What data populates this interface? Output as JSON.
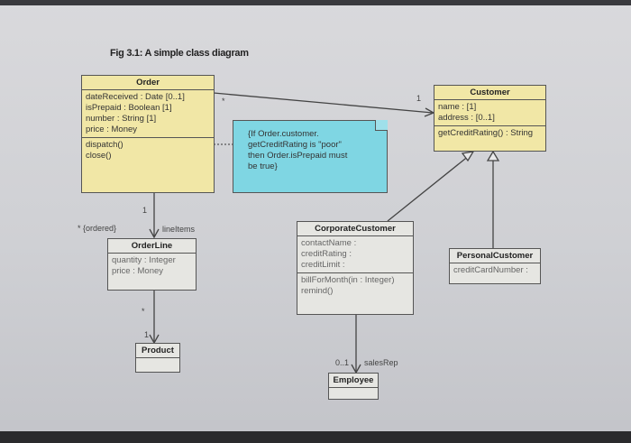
{
  "figure": {
    "title": "Fig 3.1: A simple class diagram"
  },
  "classes": {
    "order": {
      "name": "Order",
      "attributes": [
        "dateReceived : Date [0..1]",
        "isPrepaid : Boolean [1]",
        "number : String [1]",
        "price : Money"
      ],
      "operations": [
        "dispatch()",
        "close()"
      ]
    },
    "customer": {
      "name": "Customer",
      "attributes": [
        "name : [1]",
        "address : [0..1]"
      ],
      "operations": [
        "getCreditRating() : String"
      ]
    },
    "order_line": {
      "name": "OrderLine",
      "attributes": [
        "quantity : Integer",
        "price : Money"
      ]
    },
    "corporate_customer": {
      "name": "CorporateCustomer",
      "attributes": [
        "contactName :",
        "creditRating :",
        "creditLimit :"
      ],
      "operations": [
        "billForMonth(in : Integer)",
        "remind()"
      ]
    },
    "personal_customer": {
      "name": "PersonalCustomer",
      "attributes": [
        "creditCardNumber :"
      ]
    },
    "product": {
      "name": "Product"
    },
    "employee": {
      "name": "Employee"
    }
  },
  "note": {
    "lines": [
      "{If Order.customer.",
      "getCreditRating is \"poor\"",
      "then Order.isPrepaid must",
      "be true}"
    ]
  },
  "labels": {
    "order_customer_many": "*",
    "order_customer_one": "1",
    "order_line_one": "1",
    "order_line_many": "* {ordered}",
    "line_items": "lineItems",
    "line_product_many": "*",
    "line_product_one": "1",
    "sales_rep_mult": "0..1",
    "sales_rep": "salesRep"
  }
}
